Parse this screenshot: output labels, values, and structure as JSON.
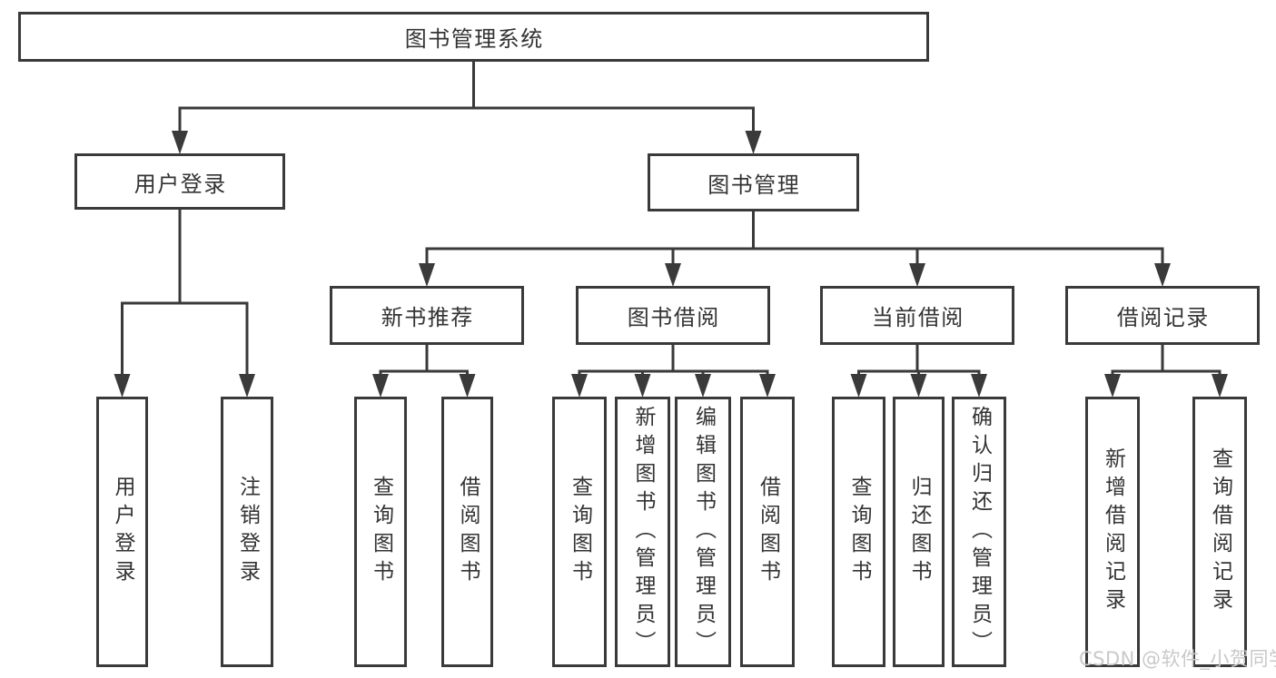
{
  "diagram_title": "图书管理系统",
  "nodes": {
    "root": "图书管理系统",
    "user_login": "用户登录",
    "book_mgmt": "图书管理",
    "new_book_rec": "新书推荐",
    "book_borrow": "图书借阅",
    "current_borrow": "当前借阅",
    "borrow_records": "借阅记录",
    "ul_login": "用户登录",
    "ul_logout": "注销登录",
    "nbr_query": "查询图书",
    "nbr_borrow": "借阅图书",
    "bb_query": "查询图书",
    "bb_add": "新增图书（管理员）",
    "bb_edit": "编辑图书（管理员）",
    "bb_borrow": "借阅图书",
    "cb_query": "查询图书",
    "cb_return": "归还图书",
    "cb_confirm": "确认归还（管理员）",
    "br_add": "新增借阅记录",
    "br_query": "查询借阅记录"
  },
  "edges": {
    "root": [
      "user_login",
      "book_mgmt"
    ],
    "user_login": [
      "ul_login",
      "ul_logout"
    ],
    "book_mgmt": [
      "new_book_rec",
      "book_borrow",
      "current_borrow",
      "borrow_records"
    ],
    "new_book_rec": [
      "nbr_query",
      "nbr_borrow"
    ],
    "book_borrow": [
      "bb_query",
      "bb_add",
      "bb_edit",
      "bb_borrow"
    ],
    "current_borrow": [
      "cb_query",
      "cb_return",
      "cb_confirm"
    ],
    "borrow_records": [
      "br_add",
      "br_query"
    ]
  },
  "watermark": {
    "text": "CSDN @软件_小贺同学"
  },
  "colors": {
    "line": "#3a3a3a",
    "text": "#333333",
    "box_background": "#ffffff",
    "watermark": "#c9c9c9"
  }
}
